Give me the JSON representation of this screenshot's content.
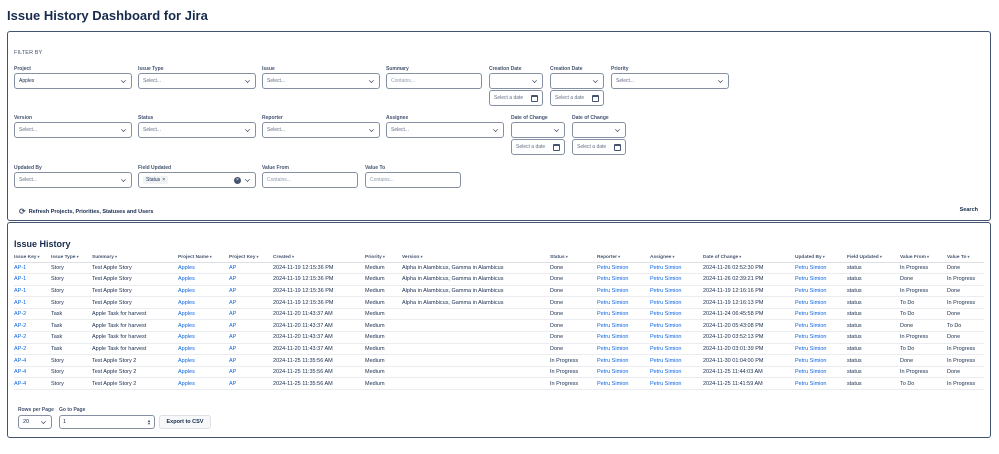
{
  "page": {
    "title": "Issue History Dashboard for Jira"
  },
  "filters": {
    "heading": "FILTER BY",
    "project": {
      "label": "Project",
      "value": "Apples"
    },
    "issue_type": {
      "label": "Issue Type",
      "placeholder": "Select..."
    },
    "issue": {
      "label": "Issue",
      "placeholder": "Select..."
    },
    "summary": {
      "label": "Summary",
      "placeholder": "Contains..."
    },
    "creation_date_from": {
      "label": "Creation Date",
      "placeholder": "Select a date"
    },
    "creation_date_to": {
      "label": "Creation Date",
      "placeholder": "Select a date"
    },
    "priority": {
      "label": "Priority",
      "placeholder": "Select..."
    },
    "version": {
      "label": "Version",
      "placeholder": "Select..."
    },
    "status": {
      "label": "Status",
      "placeholder": "Select..."
    },
    "reporter": {
      "label": "Reporter",
      "placeholder": "Select..."
    },
    "assignee": {
      "label": "Assignee",
      "placeholder": "Select..."
    },
    "date_of_change_from": {
      "label": "Date of Change",
      "placeholder": "Select a date"
    },
    "date_of_change_to": {
      "label": "Date of Change",
      "placeholder": "Select a date"
    },
    "updated_by": {
      "label": "Updated By",
      "placeholder": "Select..."
    },
    "field_updated": {
      "label": "Field Updated",
      "tag": "Status"
    },
    "value_from": {
      "label": "Value From",
      "placeholder": "Contains..."
    },
    "value_to": {
      "label": "Value To",
      "placeholder": "Contains..."
    },
    "refresh_label": "Refresh Projects, Priorities, Statuses and Users",
    "search_label": "Search"
  },
  "history": {
    "title": "Issue History",
    "columns": [
      "Issue Key",
      "Issue Type",
      "Summary",
      "Project Name",
      "Project Key",
      "Created",
      "Priority",
      "Version",
      "Status",
      "Reporter",
      "Assignee",
      "Date of Change",
      "Updated By",
      "Field Updated",
      "Value From",
      "Value To"
    ],
    "rows": [
      [
        "AP-1",
        "Story",
        "Test Apple Story",
        "Apples",
        "AP",
        "2024-11-19 12:15:36 PM",
        "Medium",
        "Alpha in Alambicus, Gamma in Alambicus",
        "Done",
        "Petru Simion",
        "Petru Simion",
        "2024-11-26 02:52:30 PM",
        "Petru Simion",
        "status",
        "In Progress",
        "Done"
      ],
      [
        "AP-1",
        "Story",
        "Test Apple Story",
        "Apples",
        "AP",
        "2024-11-19 12:15:36 PM",
        "Medium",
        "Alpha in Alambicus, Gamma in Alambicus",
        "Done",
        "Petru Simion",
        "Petru Simion",
        "2024-11-26 02:39:21 PM",
        "Petru Simion",
        "status",
        "Done",
        "In Progress"
      ],
      [
        "AP-1",
        "Story",
        "Test Apple Story",
        "Apples",
        "AP",
        "2024-11-19 12:15:36 PM",
        "Medium",
        "Alpha in Alambicus, Gamma in Alambicus",
        "Done",
        "Petru Simion",
        "Petru Simion",
        "2024-11-19 12:16:16 PM",
        "Petru Simion",
        "status",
        "In Progress",
        "Done"
      ],
      [
        "AP-1",
        "Story",
        "Test Apple Story",
        "Apples",
        "AP",
        "2024-11-19 12:15:36 PM",
        "Medium",
        "Alpha in Alambicus, Gamma in Alambicus",
        "Done",
        "Petru Simion",
        "Petru Simion",
        "2024-11-19 12:16:13 PM",
        "Petru Simion",
        "status",
        "To Do",
        "In Progress"
      ],
      [
        "AP-2",
        "Task",
        "Apple Task for harvest",
        "Apples",
        "AP",
        "2024-11-20 11:43:37 AM",
        "Medium",
        "",
        "Done",
        "Petru Simion",
        "Petru Simion",
        "2024-11-24 06:45:58 PM",
        "Petru Simion",
        "status",
        "To Do",
        "Done"
      ],
      [
        "AP-2",
        "Task",
        "Apple Task for harvest",
        "Apples",
        "AP",
        "2024-11-20 11:43:37 AM",
        "Medium",
        "",
        "Done",
        "Petru Simion",
        "Petru Simion",
        "2024-11-20 05:43:08 PM",
        "Petru Simion",
        "status",
        "Done",
        "To Do"
      ],
      [
        "AP-2",
        "Task",
        "Apple Task for harvest",
        "Apples",
        "AP",
        "2024-11-20 11:43:37 AM",
        "Medium",
        "",
        "Done",
        "Petru Simion",
        "Petru Simion",
        "2024-11-20 03:52:13 PM",
        "Petru Simion",
        "status",
        "In Progress",
        "Done"
      ],
      [
        "AP-2",
        "Task",
        "Apple Task for harvest",
        "Apples",
        "AP",
        "2024-11-20 11:43:37 AM",
        "Medium",
        "",
        "Done",
        "Petru Simion",
        "Petru Simion",
        "2024-11-20 03:01:39 PM",
        "Petru Simion",
        "status",
        "To Do",
        "In Progress"
      ],
      [
        "AP-4",
        "Story",
        "Test Apple Story 2",
        "Apples",
        "AP",
        "2024-11-25 11:35:56 AM",
        "Medium",
        "",
        "In Progress",
        "Petru Simion",
        "Petru Simion",
        "2024-11-30 01:04:00 PM",
        "Petru Simion",
        "status",
        "Done",
        "In Progress"
      ],
      [
        "AP-4",
        "Story",
        "Test Apple Story 2",
        "Apples",
        "AP",
        "2024-11-25 11:35:56 AM",
        "Medium",
        "",
        "In Progress",
        "Petru Simion",
        "Petru Simion",
        "2024-11-25 11:44:03 AM",
        "Petru Simion",
        "status",
        "In Progress",
        "Done"
      ],
      [
        "AP-4",
        "Story",
        "Test Apple Story 2",
        "Apples",
        "AP",
        "2024-11-25 11:35:56 AM",
        "Medium",
        "",
        "In Progress",
        "Petru Simion",
        "Petru Simion",
        "2024-11-25 11:41:59 AM",
        "Petru Simion",
        "status",
        "To Do",
        "In Progress"
      ]
    ]
  },
  "pagination": {
    "rows_per_page_label": "Rows per Page",
    "rows_per_page_value": "20",
    "go_to_page_label": "Go to Page",
    "go_to_page_value": "1",
    "export_label": "Export to CSV"
  },
  "icons": {
    "refresh": "refresh-icon",
    "calendar": "calendar-icon",
    "chevron": "chevron-down-icon"
  },
  "colors": {
    "link": "#0c66e4",
    "border": "#44546f",
    "text": "#172b4d"
  }
}
